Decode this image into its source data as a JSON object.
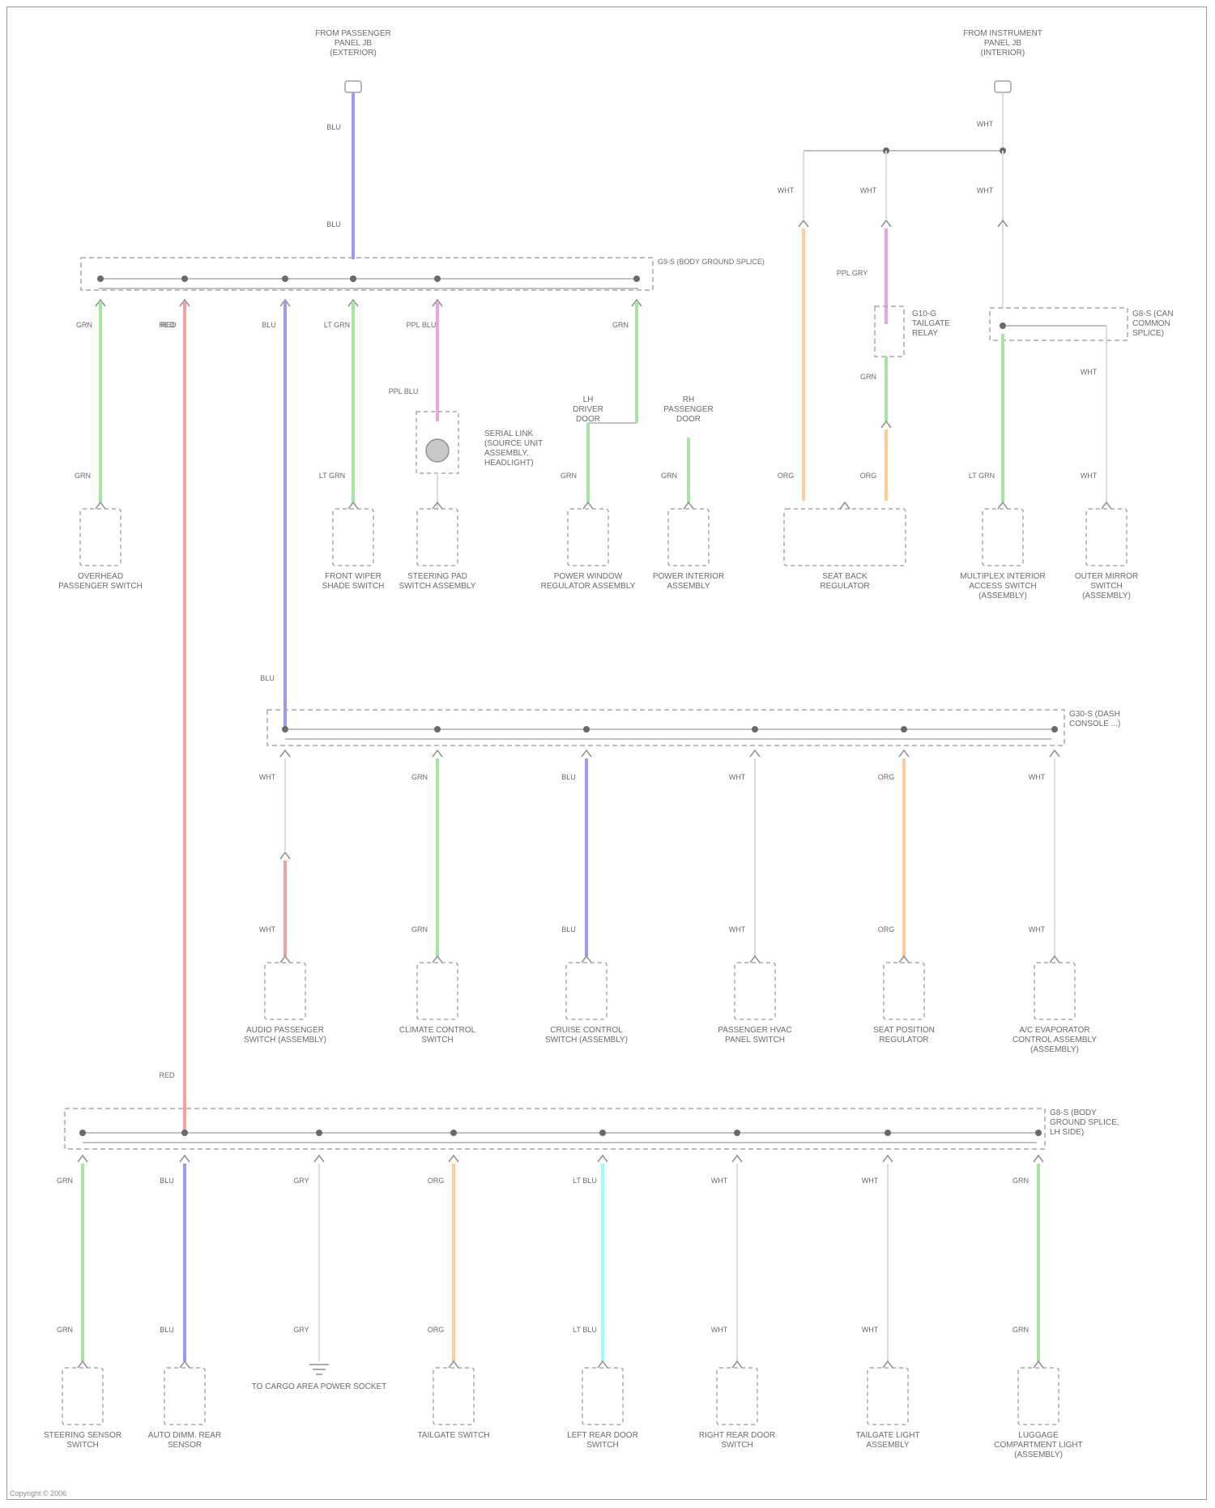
{
  "diagram": {
    "wire_colors": {
      "blue": "#9a9af5",
      "red": "#f5a0a0",
      "green": "#a6e6a0",
      "violet": "#e6a6e6",
      "orange": "#ffcc99",
      "cyan": "#99ffff",
      "white": "#dcdcdc",
      "frame": "#9a9a9a"
    },
    "sources": [
      {
        "id": "src-left",
        "label": "FROM PASSENGER PANEL JB (EXTERIOR)"
      },
      {
        "id": "src-right",
        "label": "FROM INSTRUMENT PANEL JB (INTERIOR)"
      }
    ],
    "wire_labels": {
      "blu": "BLU",
      "red": "RED",
      "grn": "GRN",
      "ltgrn": "LT GRN",
      "pplblu": "PPL BLU",
      "wht": "WHT",
      "org": "ORG",
      "ltblu": "LT BLU",
      "gry": "GRY",
      "pplgry": "PPL GRY"
    },
    "splices": [
      {
        "id": "splice-top",
        "label": "G9-S (BODY GROUND SPLICE)"
      },
      {
        "id": "splice-mid",
        "label": "G30-S (DASH CONSOLE ...)"
      },
      {
        "id": "splice-bot",
        "label": "G8-S (BODY GROUND SPLICE, LH SIDE)"
      },
      {
        "id": "splice-right",
        "label": "G8-S (CAN COMMON SPLICE)"
      },
      {
        "id": "splice-violet",
        "label": "G10-G TAILGATE RELAY"
      }
    ],
    "inline_device": {
      "label": "SERIAL LINK (SOURCE UNIT ASSEMBLY, HEADLIGHT)"
    },
    "branch_labels": [
      {
        "id": "branch-left",
        "label": "LH DRIVER DOOR"
      },
      {
        "id": "branch-right",
        "label": "RH PASSENGER DOOR"
      }
    ],
    "row1_components": [
      "OVERHEAD PASSENGER SWITCH",
      "FRONT WIPER SHADE SWITCH",
      "STEERING PAD SWITCH ASSEMBLY",
      "POWER WINDOW REGULATOR ASSEMBLY",
      "POWER INTERIOR ASSEMBLY",
      "SEAT BACK REGULATOR",
      "MULTIPLEX INTERIOR ACCESS SWITCH (ASSEMBLY)",
      "OUTER MIRROR SWITCH (ASSEMBLY)"
    ],
    "row2_components": [
      "AUDIO PASSENGER SWITCH (ASSEMBLY)",
      "CLIMATE CONTROL SWITCH",
      "CRUISE CONTROL SWITCH (ASSEMBLY)",
      "PASSENGER HVAC PANEL SWITCH",
      "SEAT POSITION REGULATOR",
      "A/C EVAPORATOR CONTROL ASSEMBLY (ASSEMBLY)"
    ],
    "row3_components": [
      "STEERING SENSOR SWITCH",
      "AUTO DIMM. REAR SENSOR",
      "CARGO AREA POWER SOCKET (ASSEMBLY)",
      "TAILGATE SWITCH",
      "LEFT REAR DOOR SWITCH",
      "RIGHT REAR DOOR SWITCH",
      "TAILGATE LIGHT ASSEMBLY",
      "LUGGAGE COMPARTMENT LIGHT (ASSEMBLY)"
    ],
    "ground_label": "TO CARGO AREA POWER SOCKET",
    "footer": "Copyright © 2006"
  }
}
